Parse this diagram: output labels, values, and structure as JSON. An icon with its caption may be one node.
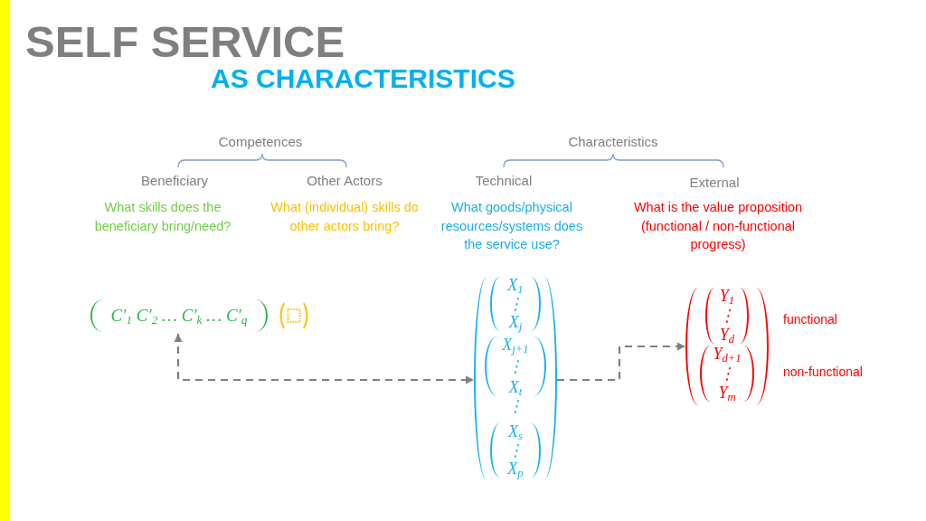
{
  "diagram": {
    "title": "SELF SERVICE AS CHARACTERISTICS",
    "nodes": [
      {
        "text": [
          "C′$_{1}$ C′$_{2}$ … C′$_{k}$ … C′$_{q}$"
        ]
      },
      {
        "text": [],
        "shape": "box"
      },
      {
        "text": [
          "⋮"
        ]
      },
      {
        "text": [
          "X$_{1}$",
          "⋮",
          "X$_{j}$"
        ],
        "in": 2
      },
      {
        "text": [
          "X$_{j+1}$",
          "⋮",
          "X$_{t}$"
        ],
        "in": 2
      },
      {
        "text": [
          "X$_{s}$",
          "⋮",
          "X$_{p}$"
        ],
        "in": 2
      },
      {
        "text": [],
        "shape": "bracket"
      },
      {
        "text": [
          "Y$_{1}$",
          "⋮",
          "Y$_{d}$"
        ],
        "in": 6,
        "beside": [
          "functional"
        ]
      },
      {
        "text": [
          "Y$_{d+1}$",
          "⋮",
          "Y$_{m}$"
        ],
        "in": 6,
        "beside": [
          "non-functional"
        ]
      }
    ],
    "edges": [
      {
        "from": 0,
        "to": 2,
        "arrow": "both",
        "style": "dashed"
      },
      {
        "from": 2,
        "to": 6,
        "arrow": "to",
        "style": "dashed"
      }
    ],
    "labels": [
      "Competences",
      "Characteristics",
      "Beneficiary",
      "Other Actors",
      "Technical",
      "External",
      "What skills does the beneficiary bring/need?",
      "What (individual) skills do other actors bring?",
      "What goods/physical resources/systems does the service use?",
      "What is the value proposition (functional / non-functional progress)"
    ]
  }
}
